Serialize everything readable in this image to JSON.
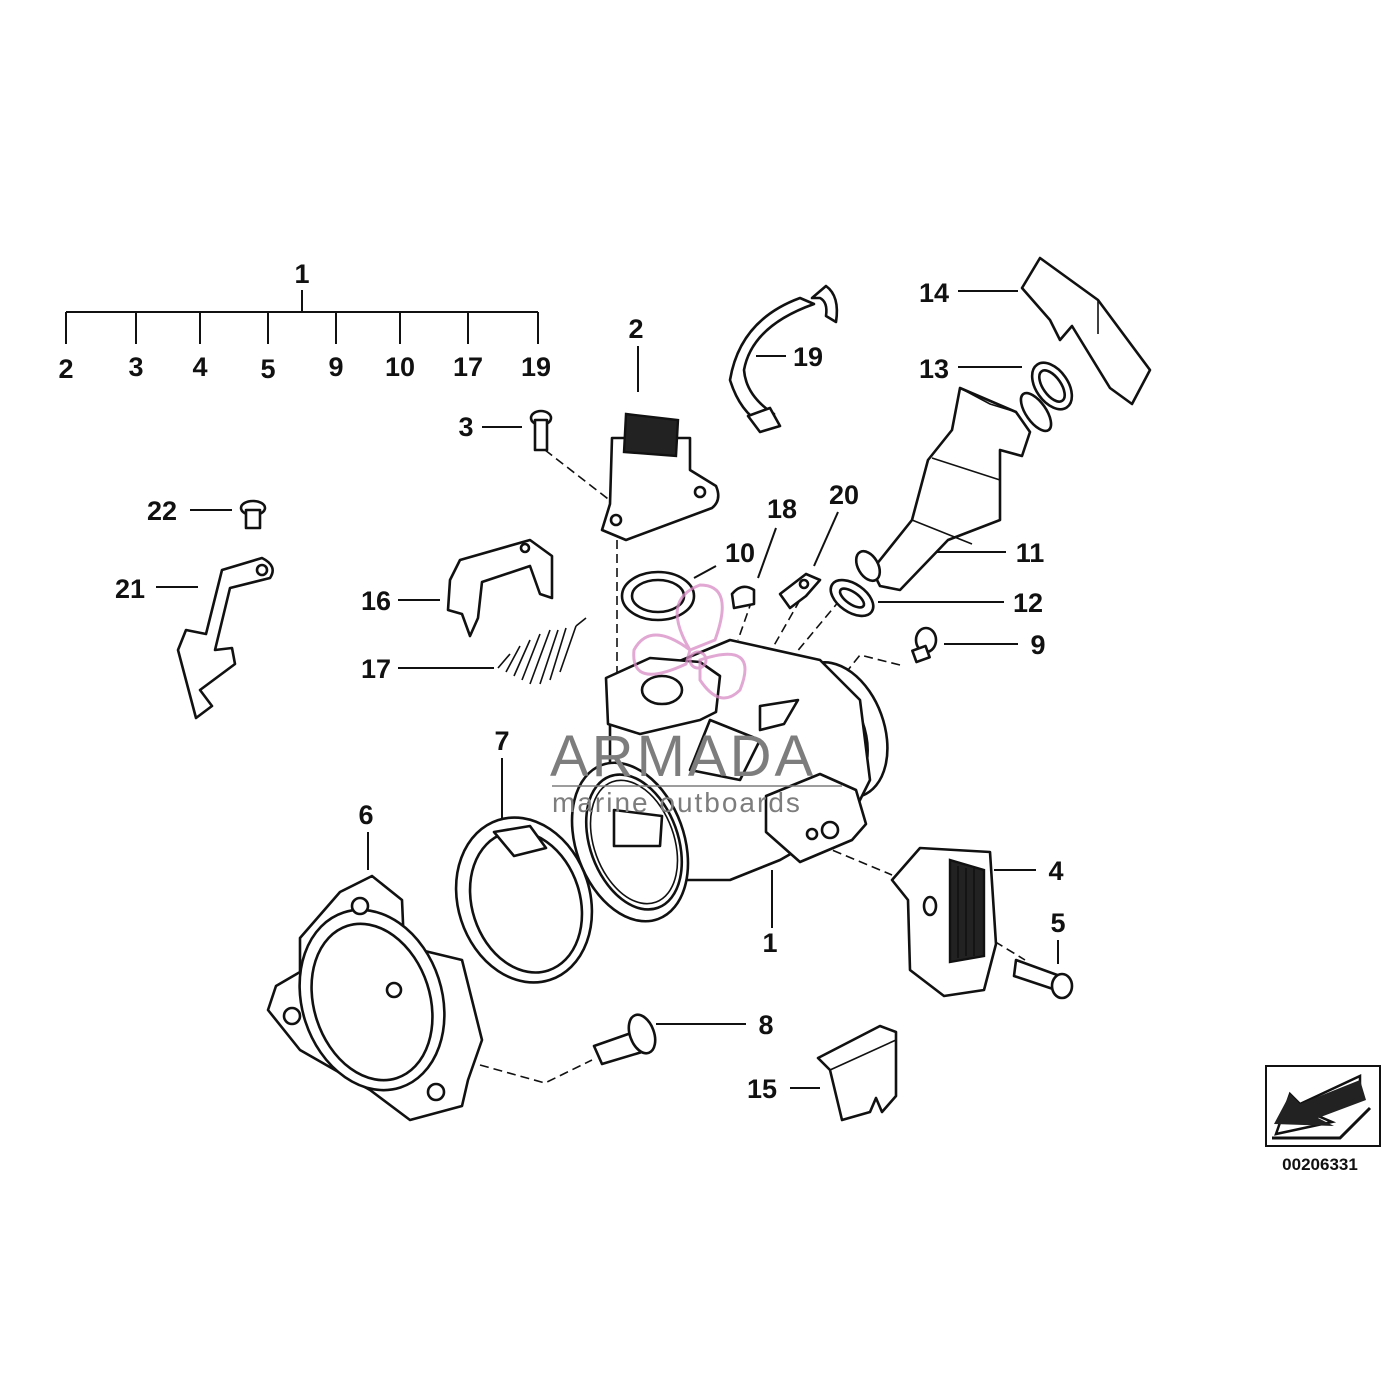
{
  "tree": {
    "parent": "1",
    "children": [
      "2",
      "3",
      "4",
      "5",
      "9",
      "10",
      "17",
      "19"
    ]
  },
  "callouts": {
    "c1": "1",
    "c2": "2",
    "c3": "3",
    "c4": "4",
    "c5": "5",
    "c6": "6",
    "c7": "7",
    "c8": "8",
    "c9": "9",
    "c10": "10",
    "c11": "11",
    "c12": "12",
    "c13": "13",
    "c14": "14",
    "c15": "15",
    "c16": "16",
    "c17": "17",
    "c18": "18",
    "c19": "19",
    "c20": "20",
    "c21": "21",
    "c22": "22"
  },
  "watermark": {
    "brand": "ARMADA",
    "tagline": "marine outboards",
    "color": "#d98bc6"
  },
  "diagram_code": "00206331"
}
